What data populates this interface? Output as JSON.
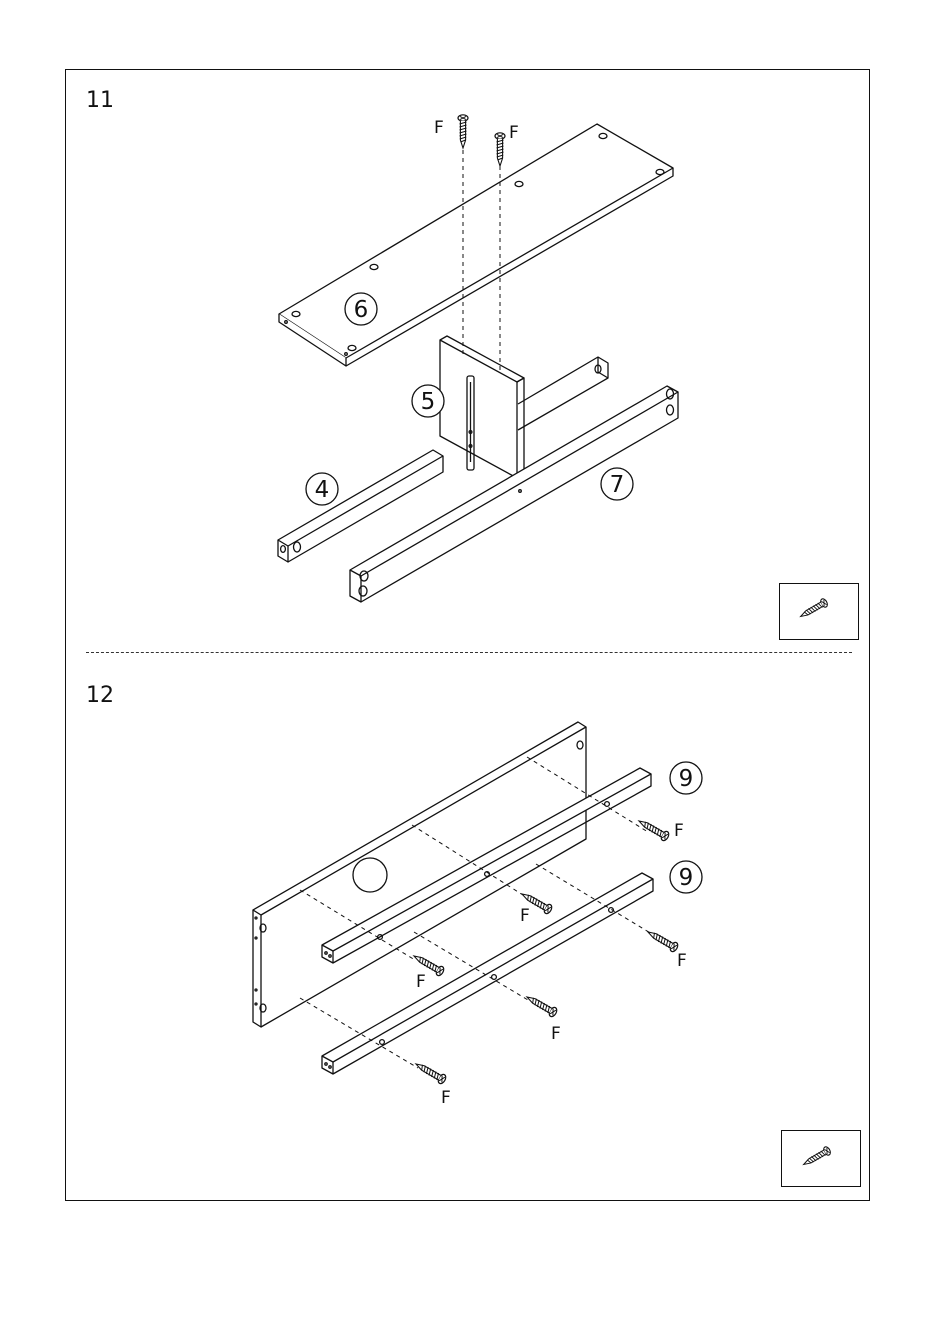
{
  "steps": [
    {
      "number": "11",
      "parts": [
        "6",
        "5",
        "4",
        "7"
      ],
      "screw_label": "F",
      "hardware_icon": "screw-icon"
    },
    {
      "number": "12",
      "parts": [
        "9",
        "9"
      ],
      "screw_label": "F",
      "hardware_icon": "screw-icon"
    }
  ],
  "colors": {
    "line": "#111111",
    "paper": "#ffffff"
  }
}
